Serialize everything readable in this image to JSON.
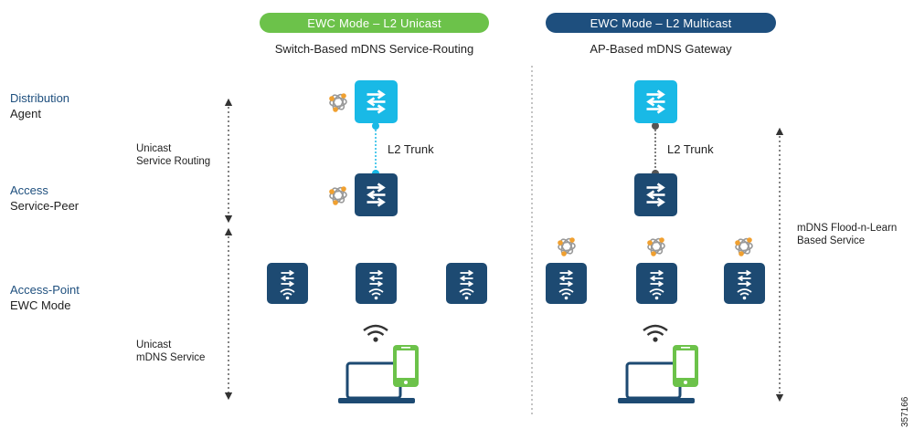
{
  "header": {
    "left_mode": "EWC Mode – L2 Unicast",
    "right_mode": "EWC Mode – L2 Multicast",
    "left_subtitle": "Switch-Based mDNS Service-Routing",
    "right_subtitle": "AP-Based mDNS Gateway"
  },
  "rows": {
    "distribution": {
      "title": "Distribution",
      "sub": "Agent"
    },
    "access": {
      "title": "Access",
      "sub": "Service-Peer"
    },
    "access_point": {
      "title": "Access-Point",
      "sub": "EWC Mode"
    }
  },
  "annotations": {
    "unicast_routing_1": "Unicast",
    "unicast_routing_2": "Service Routing",
    "unicast_mdns_1": "Unicast",
    "unicast_mdns_2": "mDNS Service",
    "l2_trunk_left": "L2 Trunk",
    "l2_trunk_right": "L2 Trunk",
    "flood_learn_1": "mDNS Flood-n-Learn",
    "flood_learn_2": "Based Service",
    "figure_id": "357166"
  },
  "colors": {
    "green_pill": "#6cc24a",
    "navy_pill": "#1e4f7e",
    "switch_cyan": "#19b9e6",
    "switch_navy": "#1d4a72",
    "service_orange": "#f0a030",
    "device_green": "#6cc24a"
  }
}
